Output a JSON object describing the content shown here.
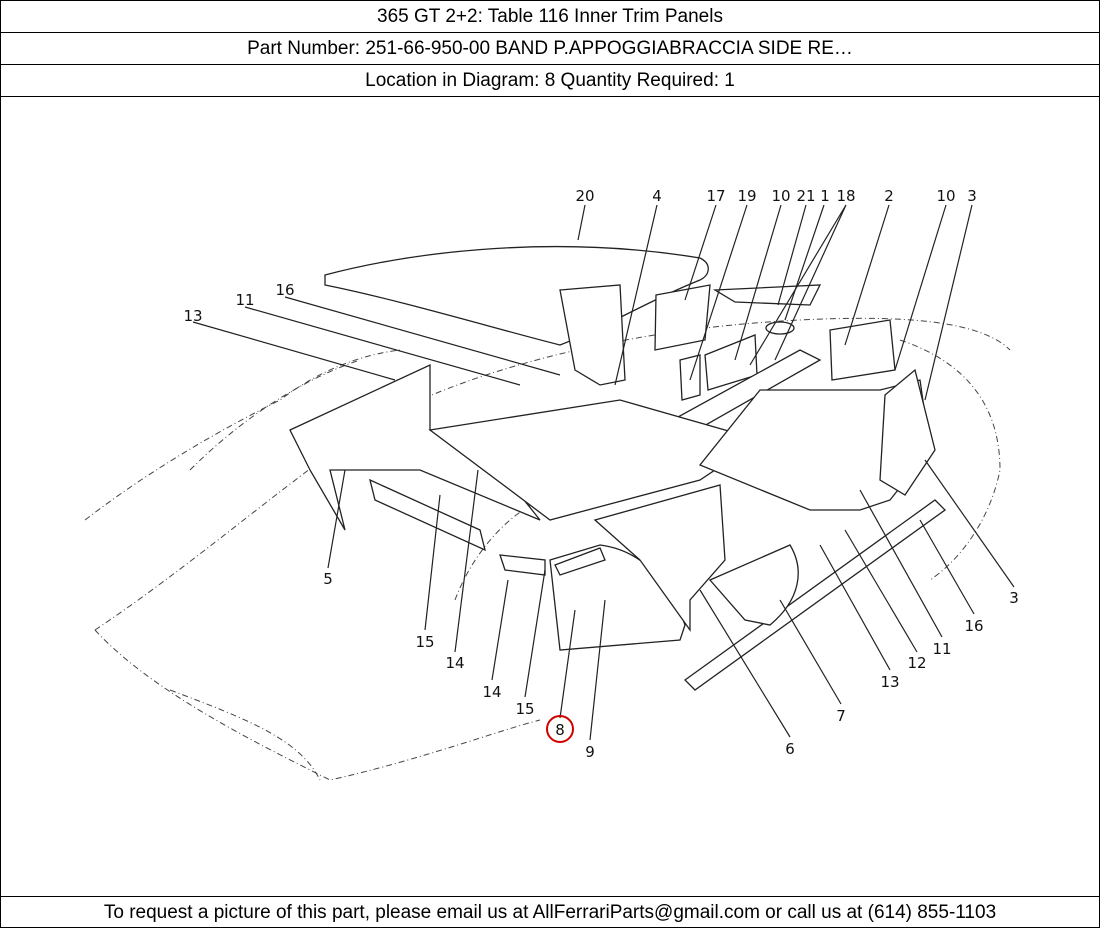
{
  "header": {
    "title": "365 GT 2+2:   Table 116 Inner Trim Panels",
    "part_number": "Part Number: 251-66-950-00   BAND P.APPOGGIABRACCIA SIDE RE…",
    "location": "Location in Diagram: 8   Quantity Required: 1"
  },
  "diagram": {
    "highlighted_callout": "8",
    "highlight_color": "#d00000",
    "callouts": [
      "20",
      "4",
      "17",
      "19",
      "10",
      "21",
      "1",
      "18",
      "2",
      "10",
      "3",
      "16",
      "11",
      "13",
      "5",
      "15",
      "14",
      "14",
      "15",
      "8",
      "9",
      "6",
      "7",
      "13",
      "12",
      "11",
      "16",
      "3"
    ]
  },
  "footer": {
    "text": "To request a picture of this part, please email us at AllFerrariParts@gmail.com or call us at (614) 855-1103"
  }
}
